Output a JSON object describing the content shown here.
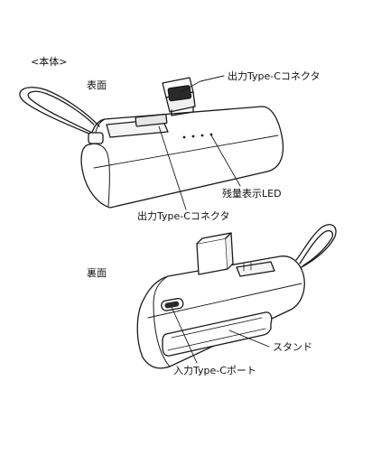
{
  "section_main": "<本体>",
  "front": {
    "view_label": "表面",
    "callouts": {
      "output_connector_top": "出力Type-Cコネクタ",
      "battery_led": "残量表示LED",
      "output_connector_bottom": "出力Type-Cコネクタ"
    }
  },
  "back": {
    "view_label": "裏面",
    "callouts": {
      "stand": "スタンド",
      "input_port": "入力Type-Cポート"
    }
  }
}
